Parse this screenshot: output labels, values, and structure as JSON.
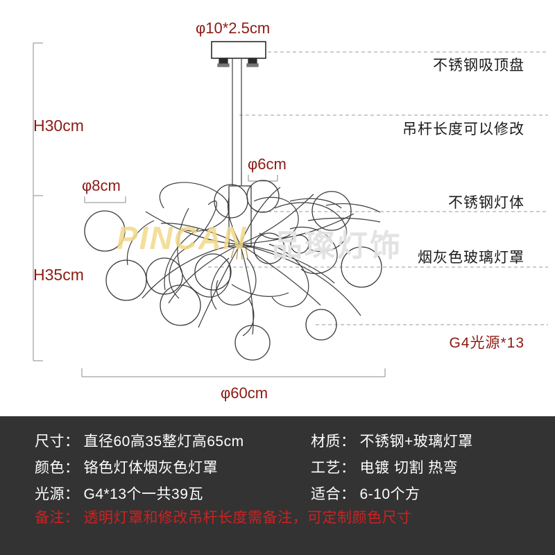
{
  "dimensions": {
    "ceiling_plate": "φ10*2.5cm",
    "top_height": "H30cm",
    "body_height": "H35cm",
    "large_ball": "φ8cm",
    "small_ball": "φ6cm",
    "overall_diameter": "φ60cm"
  },
  "callouts": [
    {
      "label": "不锈钢吸顶盘",
      "color": "black"
    },
    {
      "label": "吊杆长度可以修改",
      "color": "black"
    },
    {
      "label": "不锈钢灯体",
      "color": "black"
    },
    {
      "label": "烟灰色玻璃灯罩",
      "color": "black"
    },
    {
      "label": "G4光源*13",
      "color": "red"
    }
  ],
  "watermark": {
    "brand_en": "PINCAN",
    "brand_cn": "品璨灯饰"
  },
  "spec": {
    "rows": [
      {
        "left_key": "尺寸：",
        "left_value": "直径60高35整灯高65cm",
        "right_key": "材质：",
        "right_value": "不锈钢+玻璃灯罩"
      },
      {
        "left_key": "颜色：",
        "left_value": "铬色灯体烟灰色灯罩",
        "right_key": "工艺：",
        "right_value": "电镀 切割 热弯"
      },
      {
        "left_key": "光源：",
        "left_value": "G4*13个一共39瓦",
        "right_key": "适合：",
        "right_value": "6-10个方"
      }
    ],
    "note_key": "备注：",
    "note_value": "透明灯罩和修改吊杆长度需备注，可定制颜色尺寸"
  },
  "colors": {
    "dim_red": "#8c1a13",
    "note_red": "#cc2222",
    "panel_bg": "#333333",
    "line": "#3a3a3a"
  }
}
